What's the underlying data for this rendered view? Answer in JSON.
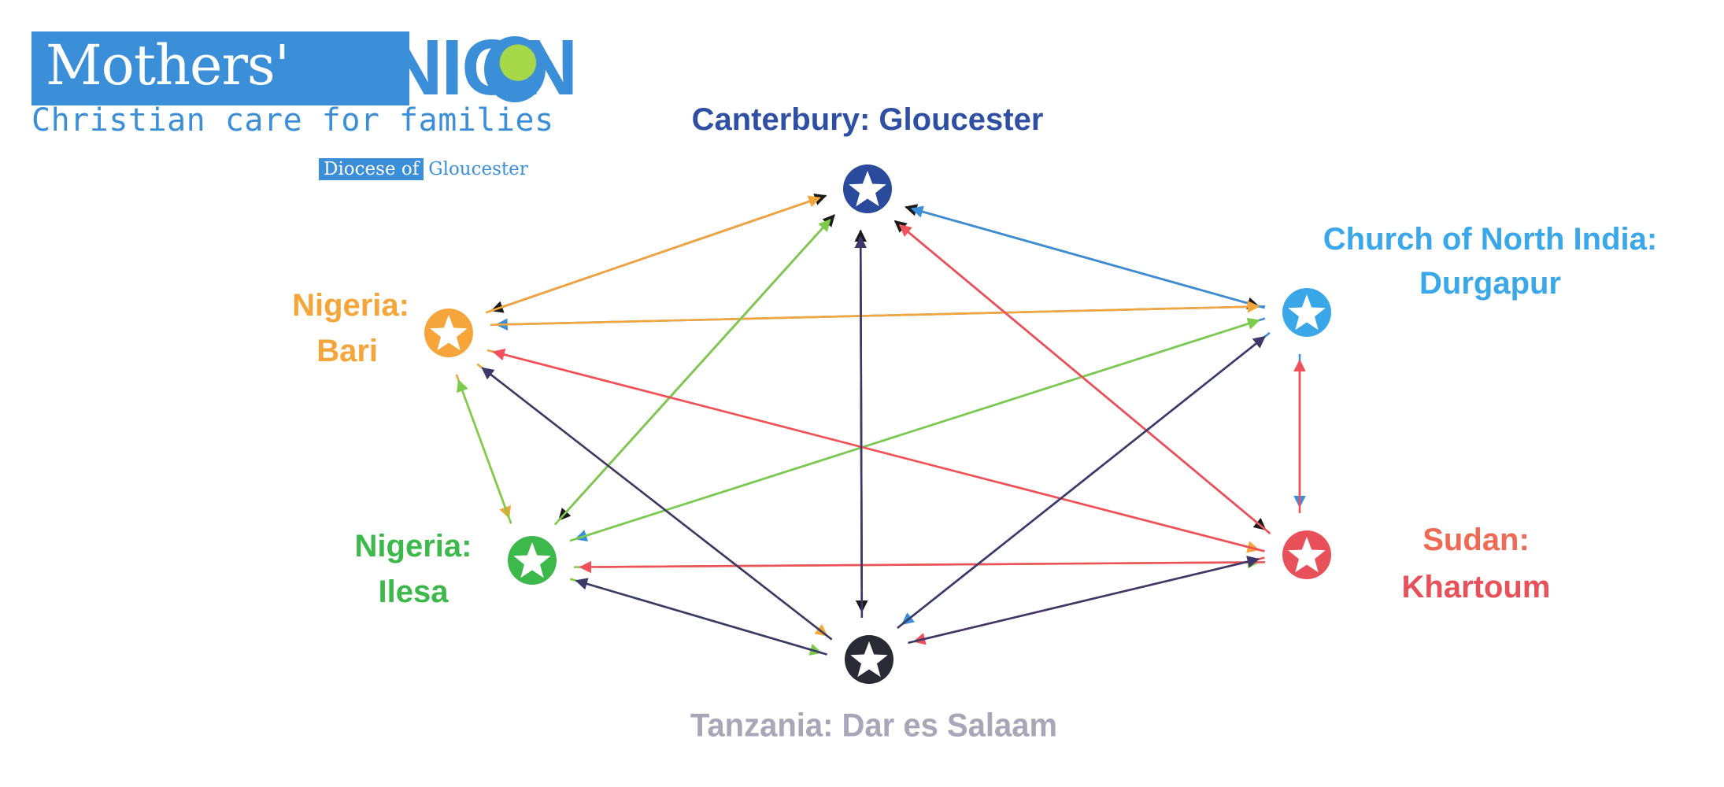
{
  "logo": {
    "brand_left": "Mothers'",
    "brand_right": "UNION",
    "tagline": "Christian care for families",
    "diocese_prefix": "Diocese of",
    "diocese_name": "Gloucester"
  },
  "nodes": [
    {
      "id": "canterbury",
      "line1": "Canterbury: Gloucester",
      "line2": "",
      "label_color": "#2e4fa3",
      "node_color": "#2a4a9c",
      "link_color": "#1a1a1a"
    },
    {
      "id": "cni",
      "line1": "Church of North India:",
      "line2": "Durgapur",
      "label_color": "#3aa8e8",
      "node_color": "#3aa8e8",
      "link_color": "#3a8fd8"
    },
    {
      "id": "bari",
      "line1": "Nigeria:",
      "line2": "Bari",
      "label_color": "#f5a53a",
      "node_color": "#f5a53a",
      "link_color": "#f5a53a"
    },
    {
      "id": "ilesa",
      "line1": "Nigeria:",
      "line2": "Ilesa",
      "label_color": "#3cb94a",
      "node_color": "#3cb94a",
      "link_color": "#7ccc4a"
    },
    {
      "id": "khartoum",
      "line1": "Sudan:",
      "line2": "Khartoum",
      "label_color": "#ee6a55",
      "label2_color": "#e8505a",
      "node_color": "#e8505a",
      "link_color": "#f0505a"
    },
    {
      "id": "tanzania",
      "line1": "Tanzania: Dar es Salaam",
      "line2": "",
      "label_color": "#aaa6b8",
      "node_color": "#2a2a35",
      "link_color": "#3c3868"
    }
  ],
  "links_all_pairs": true
}
